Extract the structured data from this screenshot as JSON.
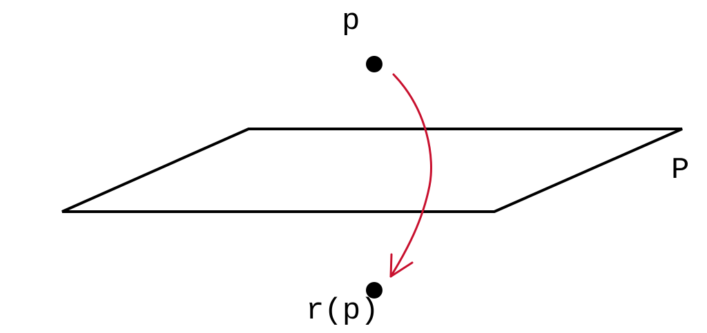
{
  "diagram": {
    "labels": {
      "point": "p",
      "plane": "P",
      "reflected_point": "r(p)"
    },
    "colors": {
      "stroke": "#000000",
      "arrow": "#c8102e",
      "background": "#ffffff"
    }
  }
}
